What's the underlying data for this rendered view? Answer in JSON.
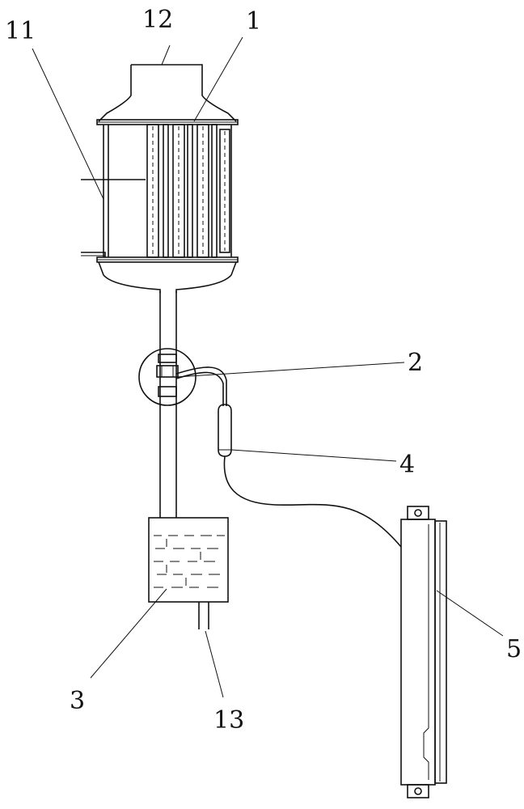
{
  "labels": {
    "l1": "1",
    "l2": "2",
    "l3": "3",
    "l4": "4",
    "l5": "5",
    "l11": "11",
    "l12": "12",
    "l13": "13"
  },
  "colors": {
    "line": "#111111",
    "background": "#ffffff"
  }
}
